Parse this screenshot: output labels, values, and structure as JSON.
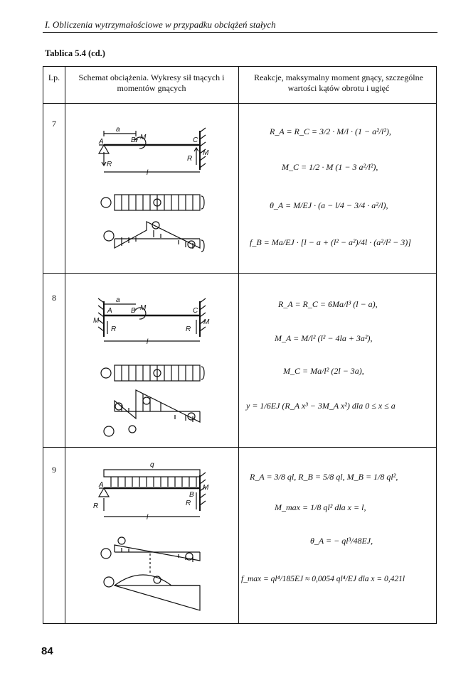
{
  "header": {
    "running_title": "I. Obliczenia wytrzymałościowe w przypadku obciążeń stałych",
    "page_number": "84"
  },
  "table": {
    "title": "Tablica 5.4 (cd.)",
    "columns": [
      "Lp.",
      "Schemat obciążenia. Wykresy sił tnących i momentów gnących",
      "Reakcje, maksymalny moment gnący, szczególne wartości kątów obrotu i ugięć"
    ],
    "rows": [
      {
        "lp": "7",
        "formulas": [
          "R_A = R_C = 3/2 · M/l · (1 − a²/l²),",
          "M_C = 1/2 · M (1 − 3 a²/l²),",
          "θ_A = M/EJ · (a − l/4 − 3/4 · a²/l),",
          "f_B = Ma/EJ · [l − a + (l² − a²)/4l · (a²/l² − 3)]"
        ]
      },
      {
        "lp": "8",
        "formulas": [
          "R_A = R_C = 6Ma/l³ (l − a),",
          "M_A = M/l² (l² − 4la + 3a²),",
          "M_C = Ma/l² (2l − 3a),",
          "y = 1/6EJ (R_A x³ − 3M_A x²)   dla   0 ≤ x ≤ a"
        ]
      },
      {
        "lp": "9",
        "formulas": [
          "R_A = 3/8 ql,   R_B = 5/8 ql,   M_B = 1/8 ql²,",
          "M_max = 1/8 ql²   dla   x = l,",
          "θ_A = − ql³/48EJ,",
          "f_max = ql⁴/185EJ ≈ 0,0054 ql⁴/EJ   dla   x = 0,421l"
        ]
      }
    ]
  }
}
